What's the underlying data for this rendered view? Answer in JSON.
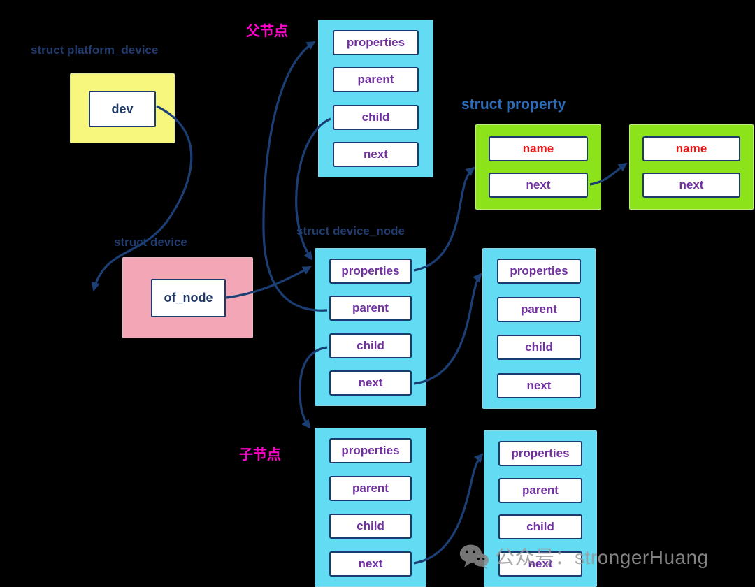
{
  "labels": {
    "platform_device": "struct platform_device",
    "device": "struct device",
    "device_node": "struct device_node",
    "property": "struct property",
    "parent_node": "父节点",
    "child_node": "子节点"
  },
  "fields": {
    "dev": "dev",
    "of_node": "of_node",
    "node": [
      "properties",
      "parent",
      "child",
      "next"
    ],
    "property": [
      "name",
      "next"
    ]
  },
  "watermark": {
    "text": "公众号：strongerHuang"
  },
  "colors": {
    "background": "#000000",
    "navy": "#1b3a6e",
    "arrow": "#1b3e74",
    "cyan_box": "#63dbf3",
    "yellow_box": "#f6f77c",
    "pink_box": "#f3a6b6",
    "green_box": "#8ce31a",
    "field_text_purple": "#7030a0",
    "name_text_red": "#ee1111",
    "magenta_label": "#ff00cc",
    "property_label_blue": "#2b6ab5",
    "watermark_gray": "#9a9a9a"
  }
}
